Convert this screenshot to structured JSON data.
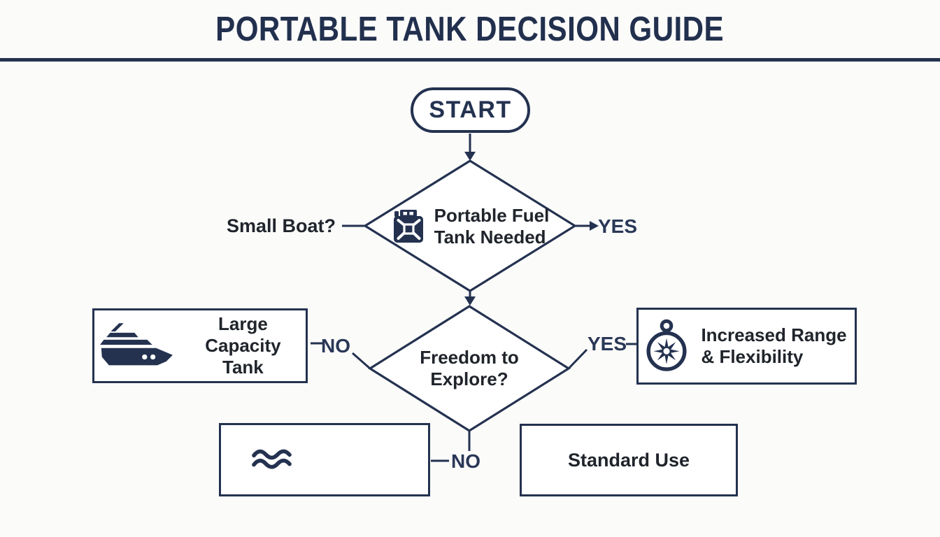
{
  "title": "PORTABLE TANK DECISION GUIDE",
  "colors": {
    "navy": "#243250",
    "text_dark": "#20242b",
    "background": "#fbfbfa",
    "node_fill": "#ffffff"
  },
  "nodes": {
    "start": {
      "label": "START"
    },
    "decision_fuel": {
      "label_line1": "Portable Fuel",
      "label_line2": "Tank Needed",
      "icon": "jerrycan-icon"
    },
    "decision_freedom": {
      "label_line1": "Freedom to",
      "label_line2": "Explore?"
    },
    "outcome_large_tank": {
      "label_line1": "Large",
      "label_line2": "Capacity Tank",
      "icon": "yacht-icon"
    },
    "outcome_increased_range": {
      "label_line1": "Increased Range",
      "label_line2": "& Flexibility",
      "icon": "compass-icon"
    },
    "outcome_waves": {
      "icon": "waves-icon"
    },
    "outcome_standard_use": {
      "label": "Standard Use"
    }
  },
  "edge_labels": {
    "small_boat": "Small Boat?",
    "fuel_yes": "YES",
    "freedom_no": "NO",
    "freedom_yes": "YES",
    "freedom_down_no": "NO"
  }
}
